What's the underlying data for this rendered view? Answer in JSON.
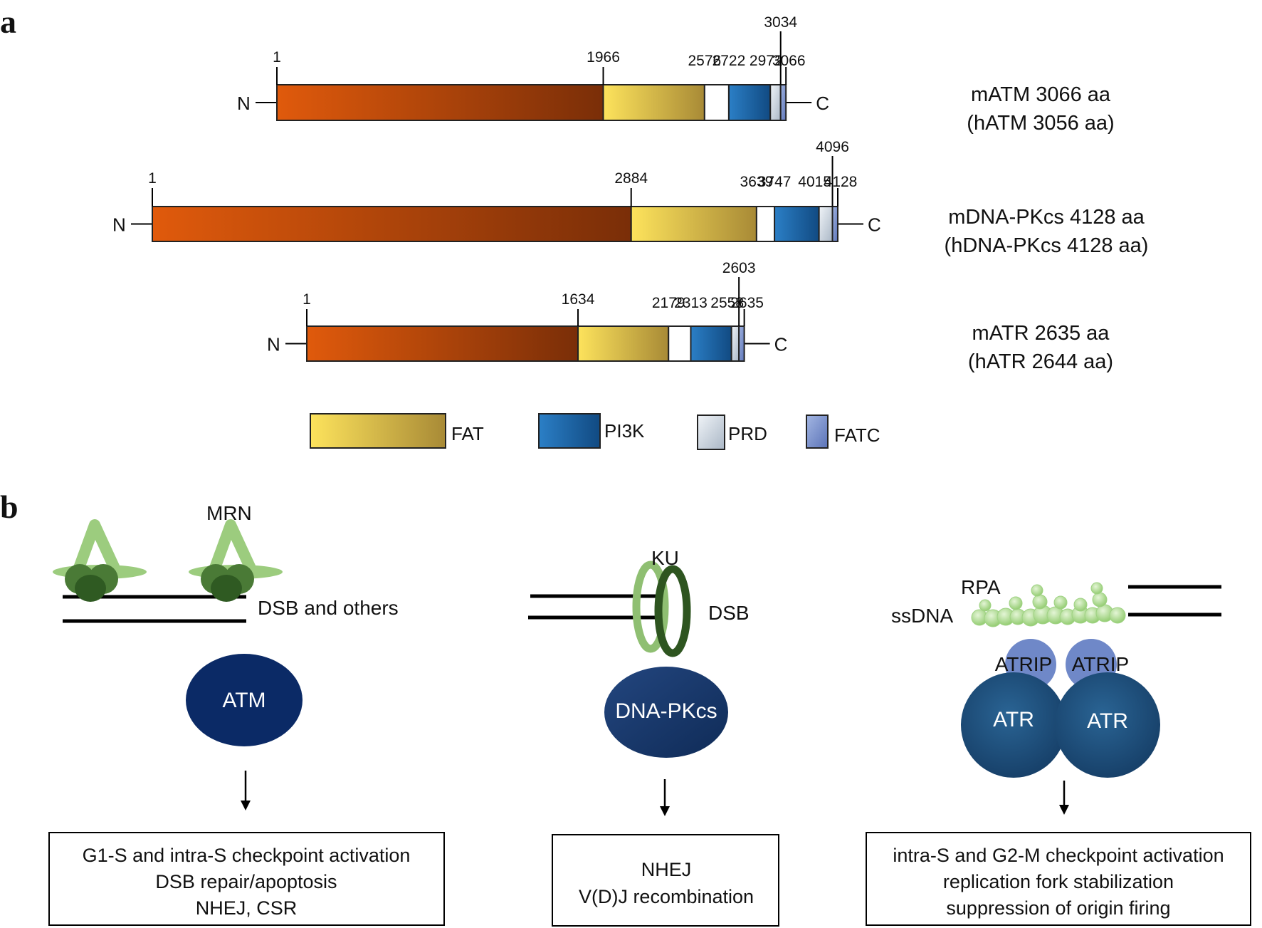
{
  "panel_a": {
    "label": "a",
    "n_terminal": "N",
    "c_terminal": "C",
    "proteins": [
      {
        "id": "atm",
        "name_line1": "mATM 3066 aa",
        "name_line2": "(hATM 3056 aa)",
        "length": 3066,
        "boundaries": [
          1,
          1966,
          2576,
          2722,
          2972,
          3034,
          3066
        ],
        "labels": [
          "1",
          "1966",
          "2576",
          "2722",
          "2972",
          "3034",
          "3066"
        ]
      },
      {
        "id": "dnapkcs",
        "name_line1": "mDNA-PKcs 4128 aa",
        "name_line2": "(hDNA-PKcs 4128 aa)",
        "length": 4128,
        "boundaries": [
          1,
          2884,
          3639,
          3747,
          4015,
          4096,
          4128
        ],
        "labels": [
          "1",
          "2884",
          "3639",
          "3747",
          "4015",
          "4096",
          "4128"
        ]
      },
      {
        "id": "atr",
        "name_line1": "mATR 2635 aa",
        "name_line2": "(hATR 2644 aa)",
        "length": 2635,
        "boundaries": [
          1,
          1634,
          2179,
          2313,
          2558,
          2603,
          2635
        ],
        "labels": [
          "1",
          "1634",
          "2179",
          "2313",
          "2558",
          "2603",
          "2635"
        ]
      }
    ],
    "legend": [
      {
        "key": "fat",
        "label": "FAT"
      },
      {
        "key": "pi3k",
        "label": "PI3K"
      },
      {
        "key": "prd",
        "label": "PRD"
      },
      {
        "key": "fatc",
        "label": "FATC"
      }
    ],
    "colors": {
      "n_domain_start": "#e05a0c",
      "n_domain_end": "#7a2e08",
      "fat_start": "#fde35c",
      "fat_end": "#a88a36",
      "pi3k_start": "#2b7fc6",
      "pi3k_end": "#114a82",
      "prd_start": "#f0f4f8",
      "prd_end": "#aab7c6",
      "fatc_start": "#a3b6e2",
      "fatc_end": "#5b73b8"
    }
  },
  "panel_b": {
    "label": "b",
    "atm": {
      "complex_label": "MRN",
      "lesion_label": "DSB and others",
      "kinase": "ATM",
      "outcome": [
        "G1-S and intra-S checkpoint activation",
        "DSB repair/apoptosis",
        "NHEJ, CSR"
      ]
    },
    "dnapkcs": {
      "complex_label": "KU",
      "lesion_label": "DSB",
      "kinase": "DNA-PKcs",
      "outcome": [
        "NHEJ",
        "V(D)J recombination"
      ]
    },
    "atr": {
      "complex_label": "RPA",
      "dna_label": "ssDNA",
      "partner_left": "ATRIP",
      "partner_right": "ATRIP",
      "kinase_left": "ATR",
      "kinase_right": "ATR",
      "outcome": [
        "intra-S and G2-M checkpoint activation",
        "replication fork stabilization",
        "suppression of origin firing"
      ]
    },
    "colors": {
      "mrn_light": "#9ccc7e",
      "mrn_dark": "#3b6b2a",
      "ku_light": "#8fbf72",
      "ku_dark": "#2e5520",
      "rpa": "#b9e0a0",
      "atm_fill": "#0b2a66",
      "dnapk_fill": "#1c3b70",
      "atr_fill": "#1f4f7a",
      "atrip_fill": "#6f88c8"
    }
  }
}
